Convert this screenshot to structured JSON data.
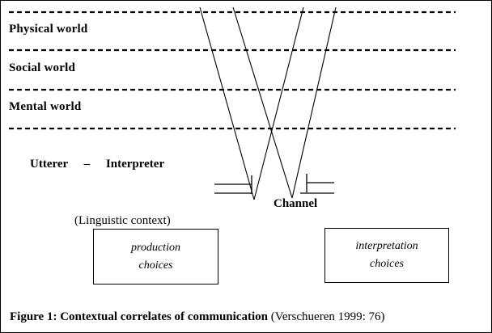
{
  "figure": {
    "caption_title": "Figure 1: Contextual correlates of communication",
    "caption_source": "(Verschueren 1999: 76)"
  },
  "layers": {
    "items": [
      {
        "label": "Physical world"
      },
      {
        "label": "Social world"
      },
      {
        "label": "Mental world"
      }
    ],
    "divider_style": "dashed",
    "divider_color": "#000000"
  },
  "participants": {
    "utterer_label": "Utterer",
    "separator": "–",
    "interpreter_label": "Interpreter"
  },
  "channel": {
    "label": "Channel"
  },
  "linguistic_context": {
    "label": "(Linguistic context)"
  },
  "boxes": {
    "production": {
      "line1": "production",
      "line2": "choices"
    },
    "interpretation": {
      "line1": "interpretation",
      "line2": "choices"
    }
  },
  "colors": {
    "ink": "#000000",
    "paper": "#ffffff"
  }
}
